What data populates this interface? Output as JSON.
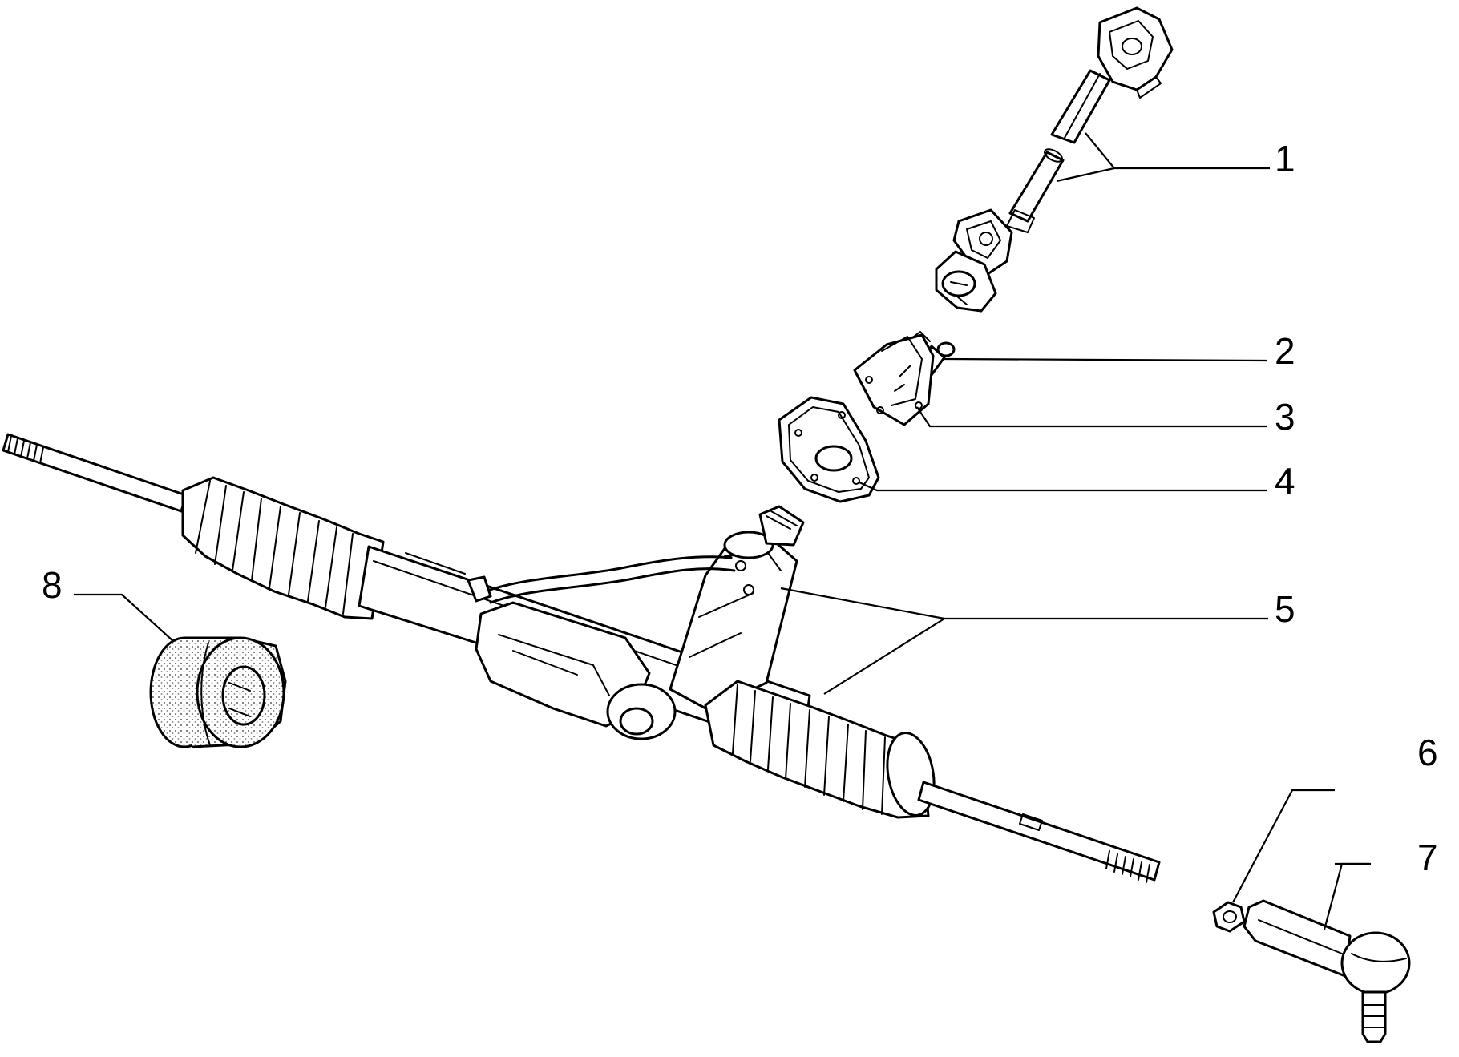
{
  "callouts": [
    {
      "id": "1",
      "label": "1"
    },
    {
      "id": "2",
      "label": "2"
    },
    {
      "id": "3",
      "label": "3"
    },
    {
      "id": "4",
      "label": "4"
    },
    {
      "id": "5",
      "label": "5"
    },
    {
      "id": "6",
      "label": "6"
    },
    {
      "id": "7",
      "label": "7"
    },
    {
      "id": "8",
      "label": "8"
    }
  ],
  "colors": {
    "line": "#000000",
    "background": "#ffffff",
    "foam": "#777777"
  }
}
